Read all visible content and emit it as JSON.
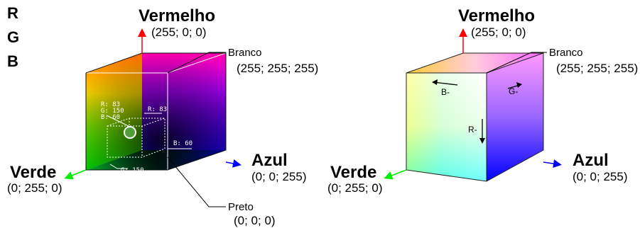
{
  "rgb_letters": [
    "R",
    "G",
    "B"
  ],
  "left_cube": {
    "red_axis": {
      "name": "Vermelho",
      "value": "(255; 0; 0)"
    },
    "green_axis": {
      "name": "Verde",
      "value": "(0; 255; 0)"
    },
    "blue_axis": {
      "name": "Azul",
      "value": "(0; 0; 255)"
    },
    "white_corner": {
      "name": "Branco",
      "value": "(255; 255; 255)"
    },
    "black_corner": {
      "name": "Preto",
      "value": "(0; 0; 0)"
    },
    "sample_color": {
      "r_line": "R:  83",
      "g_line": "G: 150",
      "b_line": "B:  60"
    },
    "edge_labels": {
      "r": "R: 83",
      "g": "G: 150",
      "b": "B: 60"
    }
  },
  "right_cube": {
    "red_axis": {
      "name": "Vermelho",
      "value": "(255; 0; 0)"
    },
    "green_axis": {
      "name": "Verde",
      "value": "(0; 255; 0)"
    },
    "blue_axis": {
      "name": "Azul",
      "value": "(0; 0; 255)"
    },
    "white_corner": {
      "name": "Branco",
      "value": "(255; 255; 255)"
    },
    "face_labels": {
      "b_minus": "B-",
      "g_minus": "G-",
      "r_minus": "R-"
    }
  },
  "colors": {
    "red": "#ff0000",
    "green": "#00ff00",
    "blue": "#0000ff",
    "white": "#ffffff",
    "black": "#000000",
    "sample": "#539c3c"
  }
}
